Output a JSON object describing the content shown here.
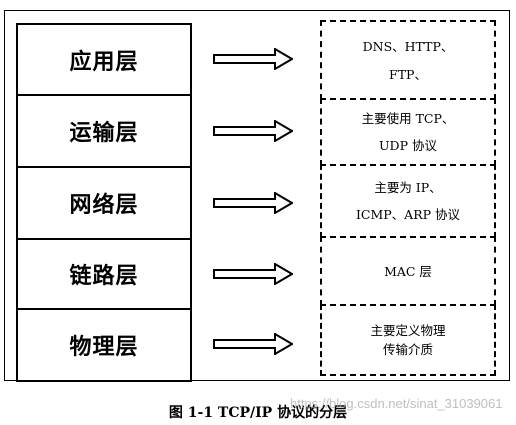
{
  "layers": [
    {
      "name": "应用层",
      "protocols": [
        "DNS、HTTP、",
        "FTP、"
      ]
    },
    {
      "name": "运输层",
      "protocols": [
        "主要使用 TCP、",
        "UDP 协议"
      ]
    },
    {
      "name": "网络层",
      "protocols": [
        "主要为 IP、",
        "ICMP、ARP 协议"
      ]
    },
    {
      "name": "链路层",
      "protocols": [
        "MAC 层"
      ]
    },
    {
      "name": "物理层",
      "protocols": [
        "主要定义物理",
        "传输介质"
      ]
    }
  ],
  "caption": "图 1-1  TCP/IP 协议的分层",
  "watermark": "https://blog.csdn.net/sinat_31039061",
  "colors": {
    "line": "#000000",
    "background": "#ffffff",
    "watermark": "#aaaaaa"
  }
}
